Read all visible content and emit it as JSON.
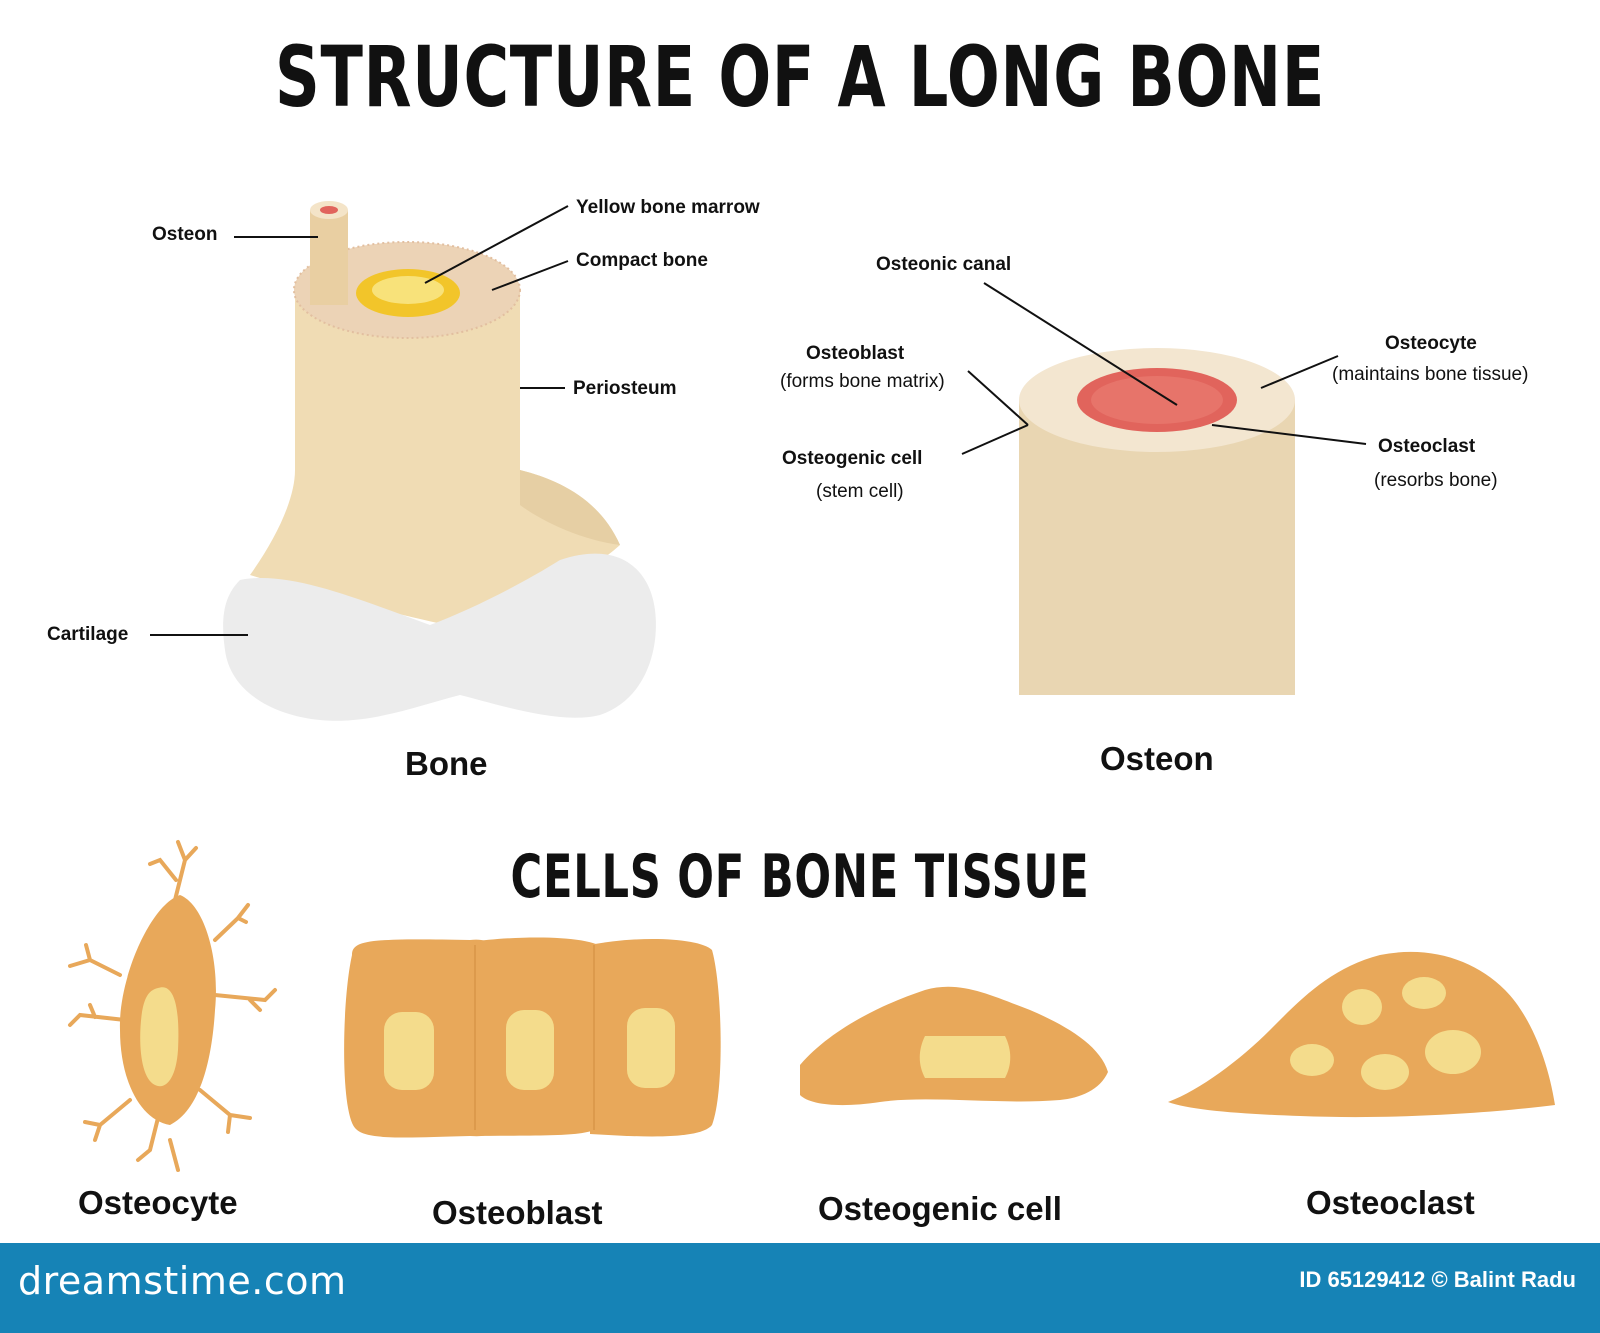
{
  "titles": {
    "main": "STRUCTURE OF A LONG BONE",
    "cells": "CELLS OF BONE TISSUE"
  },
  "bone_diagram": {
    "caption": "Bone",
    "labels": {
      "osteon": "Osteon",
      "yellow_marrow": "Yellow bone marrow",
      "compact_bone": "Compact bone",
      "periosteum": "Periosteum",
      "cartilage": "Cartilage"
    }
  },
  "osteon_diagram": {
    "caption": "Osteon",
    "labels": {
      "osteonic_canal": "Osteonic canal",
      "osteoblast": "Osteoblast",
      "osteoblast_note": "(forms bone matrix)",
      "osteogenic": "Osteogenic cell",
      "osteogenic_note": "(stem cell)",
      "osteocyte": "Osteocyte",
      "osteocyte_note": "(maintains bone tissue)",
      "osteoclast": "Osteoclast",
      "osteoclast_note": "(resorbs bone)"
    }
  },
  "cells": [
    {
      "name": "Osteocyte"
    },
    {
      "name": "Osteoblast"
    },
    {
      "name": "Osteogenic cell"
    },
    {
      "name": "Osteoclast"
    }
  ],
  "footer": {
    "brand": "dreamstime.com",
    "credit": "ID 65129412 © Balint Radu"
  },
  "colors": {
    "bone": "#f0dcb4",
    "bone_shadow": "#e3c89a",
    "marrow": "#f2c52a",
    "canal": "#e1645c",
    "cartilage": "#ececec",
    "osteon_body": "#e9d6b2",
    "cell": "#e8a85a",
    "nucleus": "#f4dc8c",
    "footer": "#1683b6"
  }
}
